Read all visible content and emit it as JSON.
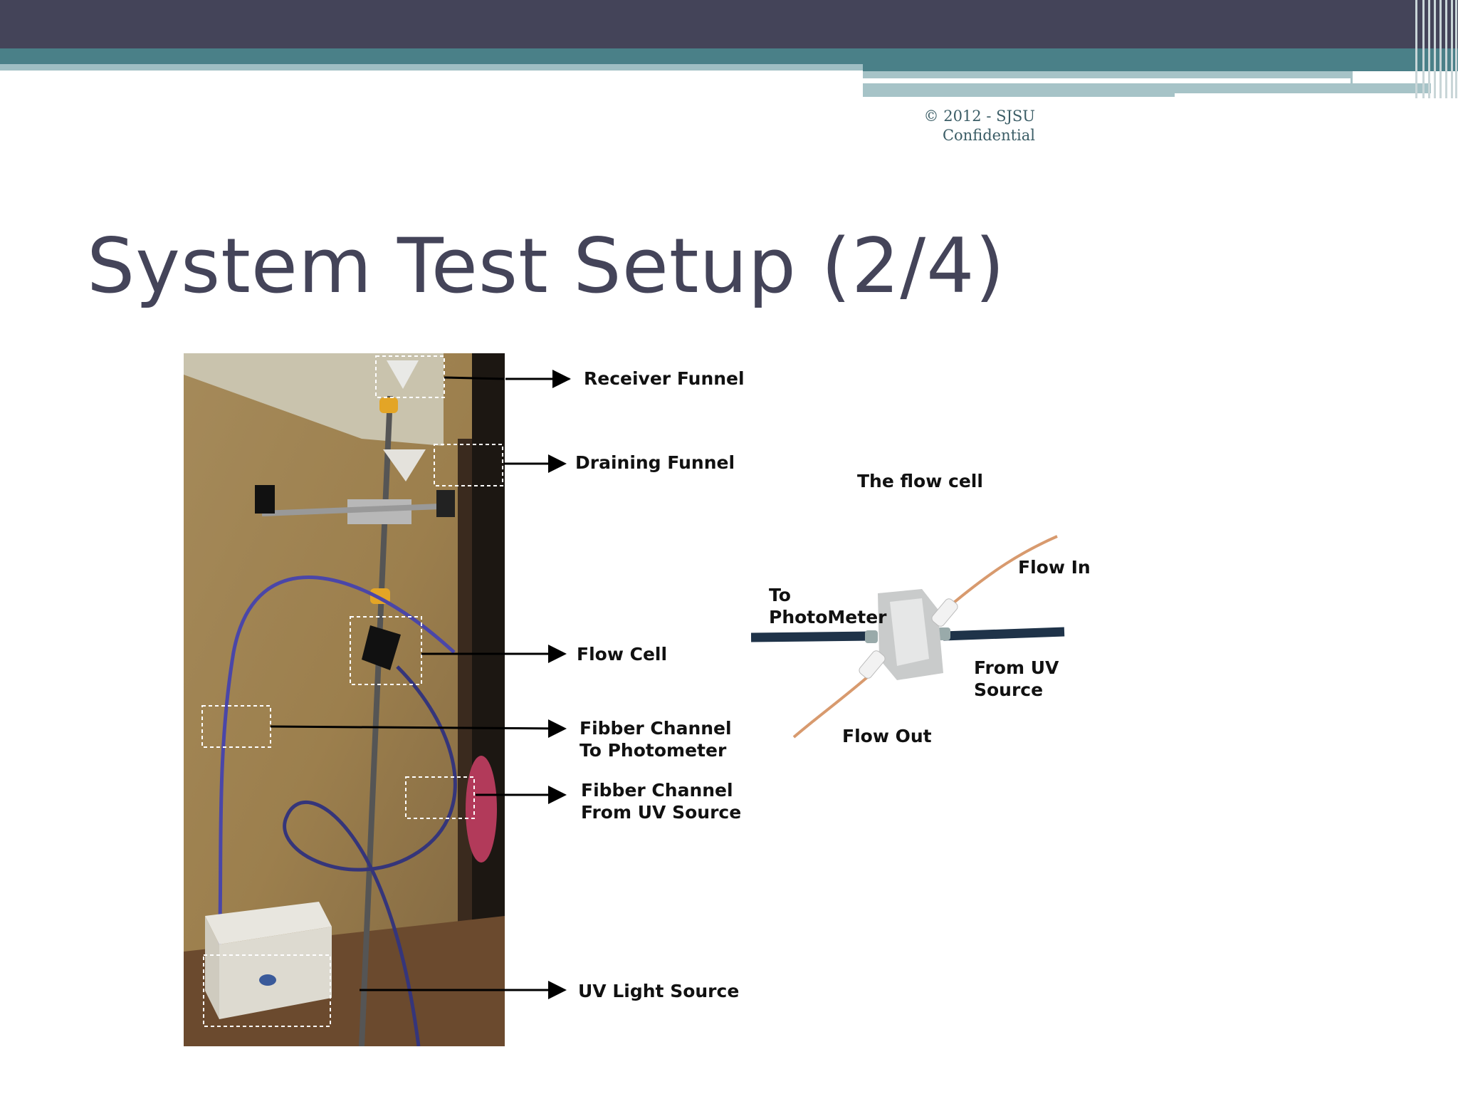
{
  "header": {
    "copyright_line1": "© 2012 - SJSU",
    "copyright_line2": "Confidential"
  },
  "slide": {
    "title": "System Test Setup (2/4)"
  },
  "photo_labels": {
    "receiver_funnel": "Receiver Funnel",
    "draining_funnel": "Draining Funnel",
    "flow_cell": "Flow Cell",
    "fibber_to_photometer_line1": "Fibber Channel",
    "fibber_to_photometer_line2": "To Photometer",
    "fibber_from_uv_line1": "Fibber Channel",
    "fibber_from_uv_line2": "From UV Source",
    "uv_light_source": "UV  Light Source"
  },
  "flow_cell_diagram": {
    "caption": "The flow cell",
    "flow_in": "Flow In",
    "to_photometer_line1": "To",
    "to_photometer_line2": "PhotoMeter",
    "from_uv_line1": "From UV",
    "from_uv_line2": "Source",
    "flow_out": "Flow Out"
  },
  "colors": {
    "header_dark": "#444459",
    "header_teal": "#4a8088",
    "title_text": "#444459"
  }
}
